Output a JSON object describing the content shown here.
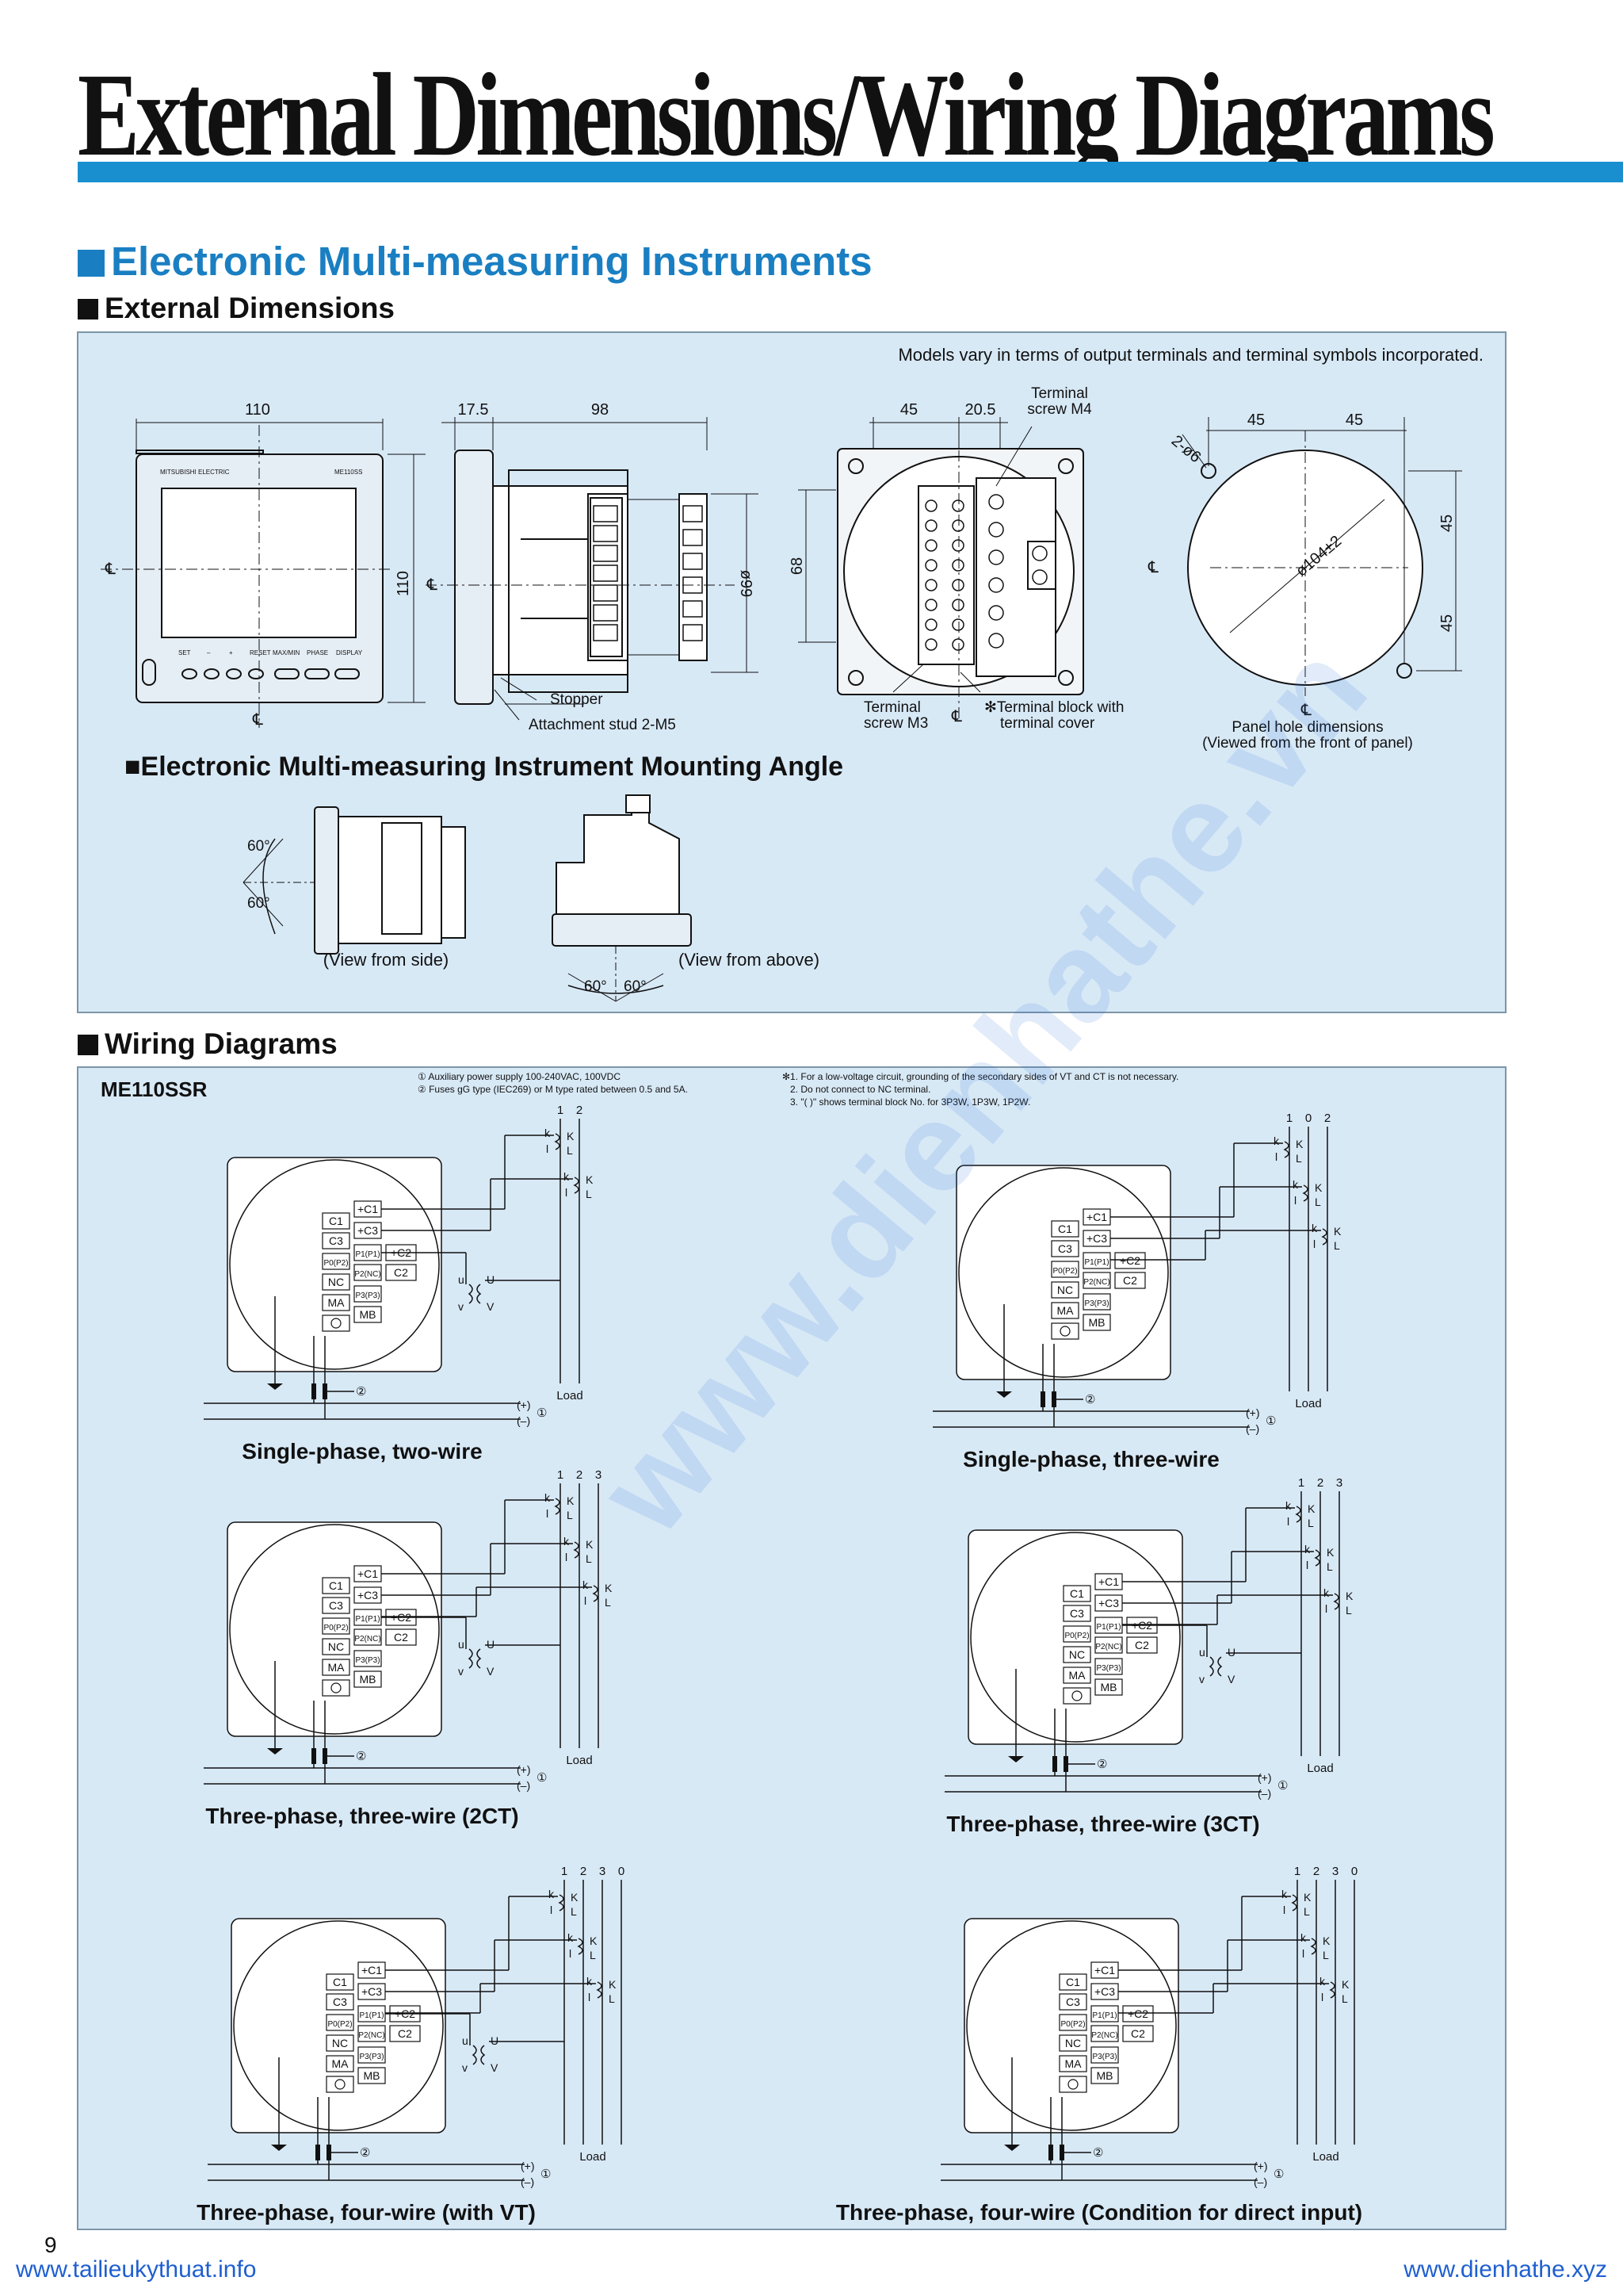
{
  "header": {
    "title": "External Dimensions/Wiring Diagrams"
  },
  "section_main": "Electronic Multi-measuring Instruments",
  "sub_dimensions": "External Dimensions",
  "sub_mounting": "Electronic Multi-measuring Instrument Mounting Angle",
  "sub_wiring": "Wiring Diagrams",
  "dims": {
    "note": "Models vary in terms of output terminals and terminal symbols incorporated.",
    "front_width": "110",
    "front_height": "110",
    "front_brand": "MITSUBISHI ELECTRIC",
    "front_model": "ME110SS",
    "front_buttons": [
      "SET",
      "–",
      "+",
      "RESET",
      "MAX/MIN",
      "PHASE",
      "DISPLAY"
    ],
    "side_depth_a": "17.5",
    "side_depth_b": "98",
    "side_dia": "ø99",
    "stopper": "Stopper",
    "stud": "Attachment stud 2-M5",
    "rear_a": "45",
    "rear_b": "20.5",
    "rear_h": "68",
    "rear_screw_m4": [
      "Terminal",
      "screw M4"
    ],
    "rear_screw_m3": [
      "Terminal",
      "screw M3"
    ],
    "rear_block": [
      "✻Terminal block with",
      "terminal cover"
    ],
    "hole_a": "45",
    "hole_b": "45",
    "hole_c": "45",
    "hole_d": "45",
    "hole_holes": "2-ø6",
    "hole_dia": "ø104±2",
    "hole_caption": [
      "Panel hole dimensions",
      "(Viewed from the front of panel)"
    ],
    "cl_mark": "℄"
  },
  "mounting": {
    "angle_top": "60°",
    "angle_bottom": "60°",
    "angle_left": "60°",
    "angle_right": "60°",
    "view_side": "(View from side)",
    "view_above": "(View from above)"
  },
  "wiring": {
    "model": "ME110SSR",
    "notes_left": [
      "① Auxiliary power supply 100-240VAC, 100VDC",
      "② Fuses gG type (IEC269) or M type rated between 0.5 and 5A."
    ],
    "notes_right": [
      "✻1. For a low-voltage circuit, grounding of the secondary sides of VT and CT is not necessary.",
      "2. Do not connect to NC terminal.",
      "3. \"( )\" shows terminal block No. for 3P3W, 1P3W, 1P2W."
    ],
    "terminals": {
      "c1": "C1",
      "c3": "C3",
      "p0": "P0(P2)",
      "nc": "NC",
      "ma": "MA",
      "pc1": "+C1",
      "pc3": "+C3",
      "p1": "P1(P1)",
      "p2": "P2(NC)",
      "p3": "P3(P3)",
      "pc2": "+C2",
      "c2": "C2",
      "mb": "MB"
    },
    "labels": {
      "load": "Load",
      "plus": "(+)",
      "minus": "(–)",
      "one": "①",
      "two": "②",
      "k": "k",
      "l": "l",
      "K": "K",
      "L": "L",
      "u": "u",
      "v": "v",
      "U": "U",
      "V": "V"
    },
    "diagrams": [
      {
        "caption": "Single-phase, two-wire",
        "lines": [
          "1",
          "2"
        ]
      },
      {
        "caption": "Single-phase, three-wire",
        "lines": [
          "1",
          "0",
          "2"
        ]
      },
      {
        "caption": "Three-phase, three-wire (2CT)",
        "lines": [
          "1",
          "2",
          "3"
        ]
      },
      {
        "caption": "Three-phase, three-wire (3CT)",
        "lines": [
          "1",
          "2",
          "3"
        ]
      },
      {
        "caption": "Three-phase, four-wire (with VT)",
        "lines": [
          "1",
          "2",
          "3",
          "0"
        ]
      },
      {
        "caption": "Three-phase, four-wire (Condition for direct input)",
        "lines": [
          "1",
          "2",
          "3",
          "0"
        ]
      }
    ]
  },
  "footer": {
    "page": "9",
    "left_url": "www.tailieukythuat.info",
    "right_url": "www.dienhathe.xyz"
  },
  "watermark": "www.dienhathe.vn",
  "colors": {
    "title_bar": "#1a8fd0",
    "section_title": "#1a7fc2",
    "panel_bg": "#d8e9f6",
    "link": "#1f5fd0"
  }
}
